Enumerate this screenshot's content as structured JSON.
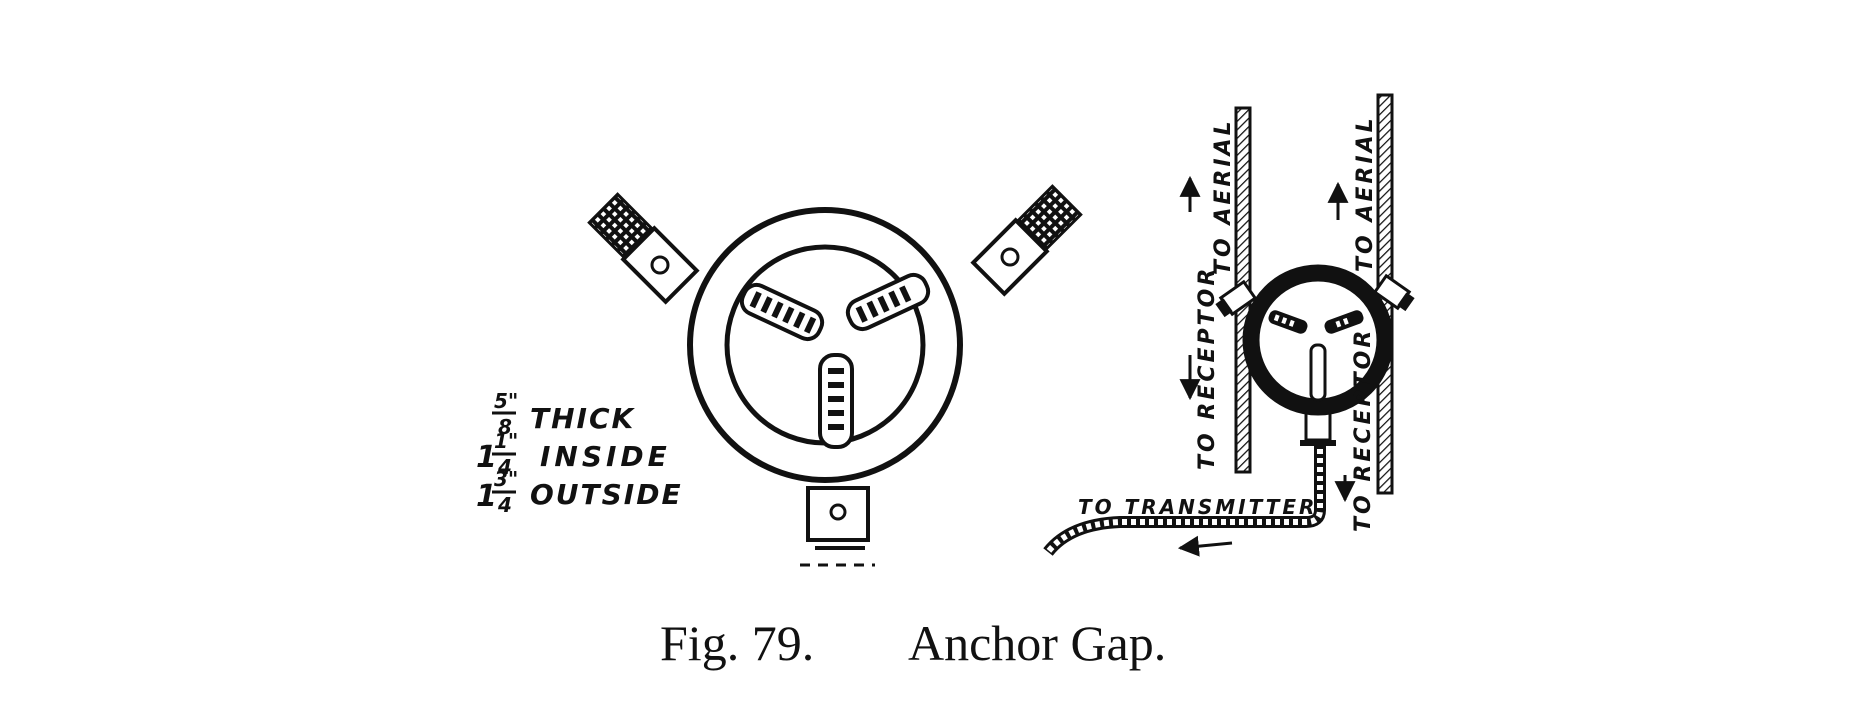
{
  "left_diagram": {
    "dimensions": {
      "thick": {
        "whole": "",
        "numerator": "5\"",
        "denominator": "8",
        "text": "THICK"
      },
      "inside": {
        "whole": "1",
        "numerator": "1\"",
        "denominator": "4",
        "text": "INSIDE"
      },
      "outside": {
        "whole": "1",
        "numerator": "3\"",
        "denominator": "4",
        "text": "OUTSIDE"
      }
    }
  },
  "right_diagram": {
    "labels": {
      "to_aerial_left": "TO AERIAL",
      "to_receptor_left": "TO RECEPTOR",
      "to_aerial_right": "TO AERIAL",
      "to_receptor_right": "TO RECEPTOR",
      "to_transmitter": "TO TRANSMITTER"
    }
  },
  "caption": {
    "figure_number": "Fig. 79.",
    "title": "Anchor Gap."
  }
}
